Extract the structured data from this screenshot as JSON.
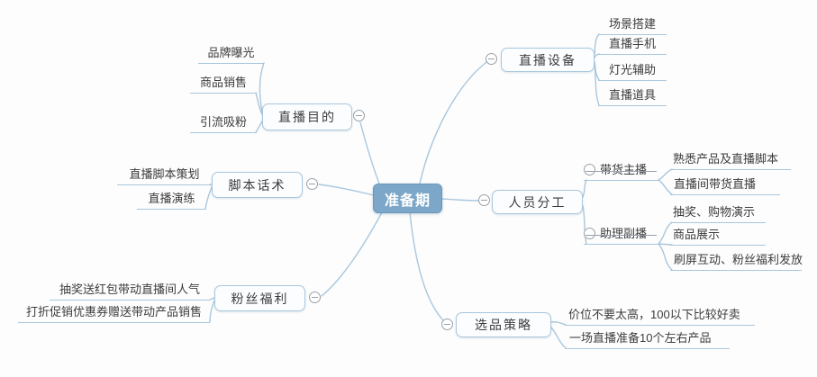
{
  "root": {
    "label": "准备期"
  },
  "left": {
    "purpose": {
      "label": "直播目的",
      "items": [
        "品牌曝光",
        "商品销售",
        "引流吸粉"
      ]
    },
    "script": {
      "label": "脚本话术",
      "items": [
        "直播脚本策划",
        "直播演练"
      ]
    },
    "fans": {
      "label": "粉丝福利",
      "items": [
        "抽奖送红包带动直播间人气",
        "打折促销优惠券赠送带动产品销售"
      ]
    }
  },
  "right": {
    "equipment": {
      "label": "直播设备",
      "items": [
        "场景搭建",
        "直播手机",
        "灯光辅助",
        "直播道具"
      ]
    },
    "staff": {
      "label": "人员分工",
      "anchor": {
        "label": "带货主播",
        "items": [
          "熟悉产品及直播脚本",
          "直播间带货直播"
        ]
      },
      "assistant": {
        "label": "助理副播",
        "items": [
          "抽奖、购物演示",
          "商品展示",
          "刷屏互动、粉丝福利发放"
        ]
      }
    },
    "selection": {
      "label": "选品策略",
      "items": [
        "价位不要太高，100以下比较好卖",
        "一场直播准备10个左右产品"
      ]
    }
  },
  "colors": {
    "root_fill": "#7da7c8",
    "root_border": "#6a98ba",
    "root_text": "#ffffff",
    "line": "#a9c7dd",
    "box_fill": "#fbfdff",
    "box_border": "#a9c7dd",
    "text": "#3c3c3c",
    "icon": "#98a0a8"
  }
}
